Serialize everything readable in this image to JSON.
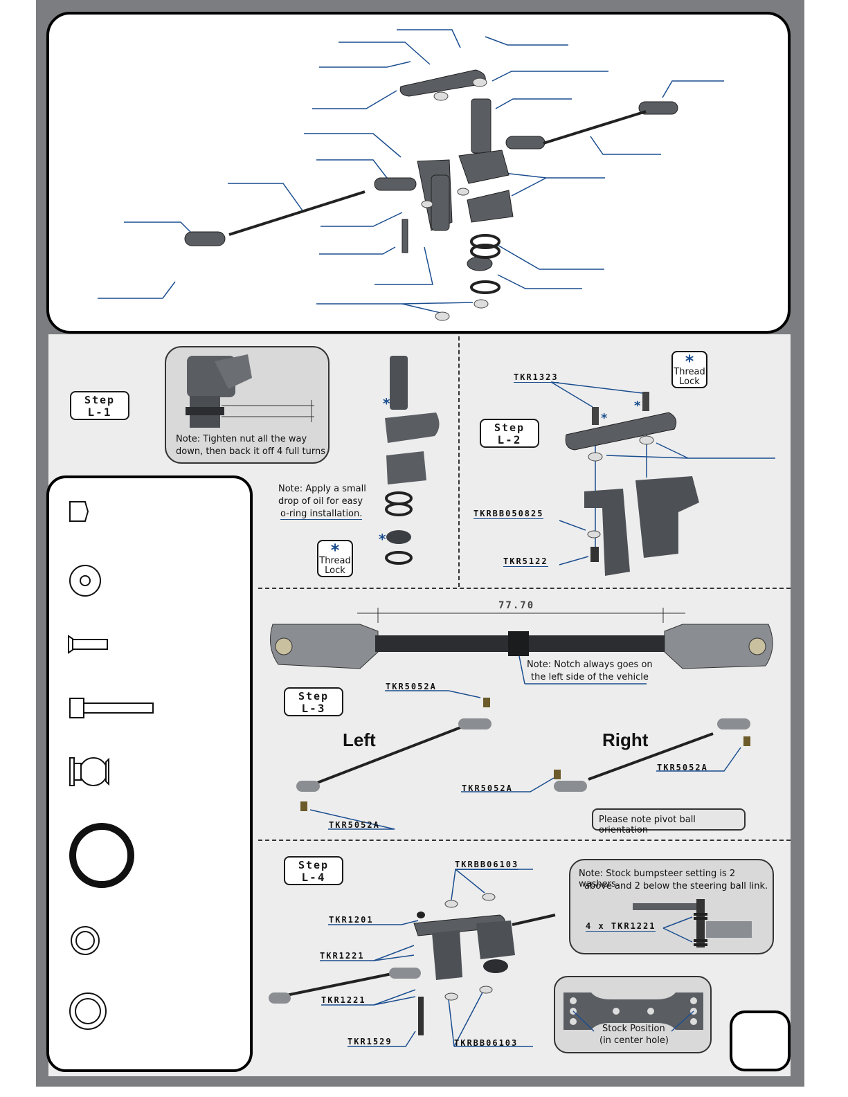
{
  "steps": {
    "l1": {
      "word": "Step",
      "num": "L-1"
    },
    "l2": {
      "word": "Step",
      "num": "L-2"
    },
    "l3": {
      "word": "Step",
      "num": "L-3"
    },
    "l4": {
      "word": "Step",
      "num": "L-4"
    }
  },
  "thread_lock": {
    "symbol": "*",
    "line1": "Thread",
    "line2": "Lock"
  },
  "notes": {
    "nut_line1": "Note: Tighten nut all the way",
    "nut_line2": "down, then back it off 4 full turns",
    "oil_line1": "Note: Apply a small",
    "oil_line2": "drop of oil for easy",
    "oil_line3": "o-ring installation.",
    "notch_line1": "Note: Notch always goes on",
    "notch_line2": "the left side of the vehicle",
    "pivot": "Please note pivot ball orientation",
    "bump_line1": "Note: Stock bumpsteer setting is 2 washers",
    "bump_line2": "above and 2 below the steering ball link.",
    "stock_line1": "Stock Position",
    "stock_line2": "(in center hole)"
  },
  "dimension": "77.70",
  "labels": {
    "left": "Left",
    "right": "Right"
  },
  "parts": {
    "l2_screw": "TKR1323",
    "l2_bearing": "TKRBB050825",
    "l2_post": "TKR5122",
    "l3_ball_a": "TKR5052A",
    "l3_ball_b": "TKR5052A",
    "l3_ball_c": "TKR5052A",
    "l3_ball_d": "TKR5052A",
    "l4_bearing_top": "TKRBB06103",
    "l4_nut": "TKR1201",
    "l4_washer_a": "TKR1221",
    "l4_washer_b": "TKR1221",
    "l4_screw": "TKR1529",
    "l4_bearing_bottom": "TKRBB06103",
    "l4_washers_note": "4 x TKR1221"
  }
}
